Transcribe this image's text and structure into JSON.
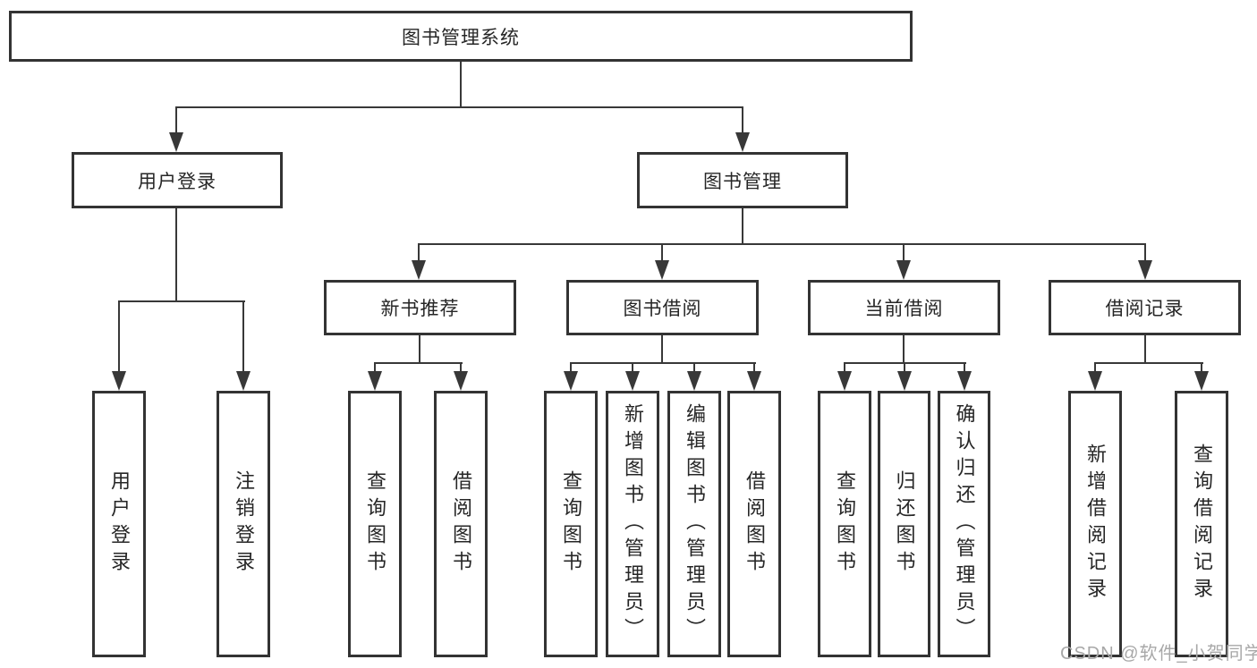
{
  "colors": {
    "background": "#ffffff",
    "box_border": "#333333",
    "line": "#383838",
    "text": "#262626",
    "watermark": "#a8a8a8"
  },
  "watermark": {
    "text": "CSDN @软件_小贺同学"
  },
  "diagram": {
    "root": {
      "label": "图书管理系统"
    },
    "level2": [
      {
        "label": "用户登录"
      },
      {
        "label": "图书管理"
      }
    ],
    "level3": [
      {
        "label": "新书推荐"
      },
      {
        "label": "图书借阅"
      },
      {
        "label": "当前借阅"
      },
      {
        "label": "借阅记录"
      }
    ],
    "leaves": {
      "user_login": [
        "用户登录",
        "注销登录"
      ],
      "new_books": [
        "查询图书",
        "借阅图书"
      ],
      "book_borrow": [
        "查询图书",
        "新增图书（管理员）",
        "编辑图书（管理员）",
        "借阅图书"
      ],
      "current_borrow": [
        "查询图书",
        "归还图书",
        "确认归还（管理员）"
      ],
      "borrow_records": [
        "新增借阅记录",
        "查询借阅记录"
      ]
    }
  }
}
